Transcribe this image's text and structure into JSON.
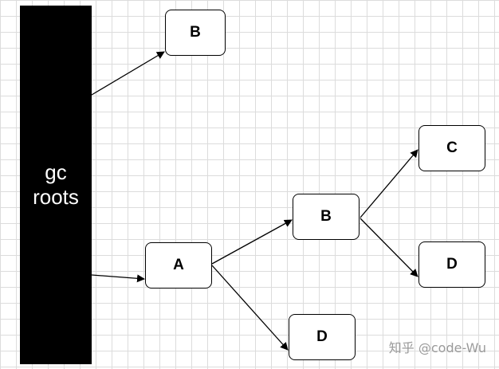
{
  "roots": {
    "line1": "gc",
    "line2": "roots"
  },
  "nodes": {
    "b_top": "B",
    "a": "A",
    "b_mid": "B",
    "c": "C",
    "d_right": "D",
    "d_bottom": "D"
  },
  "watermark": "知乎 @code-Wu",
  "colors": {
    "line": "#000000",
    "grid": "#dcdcdc",
    "watermark": "#9a9a9a"
  }
}
